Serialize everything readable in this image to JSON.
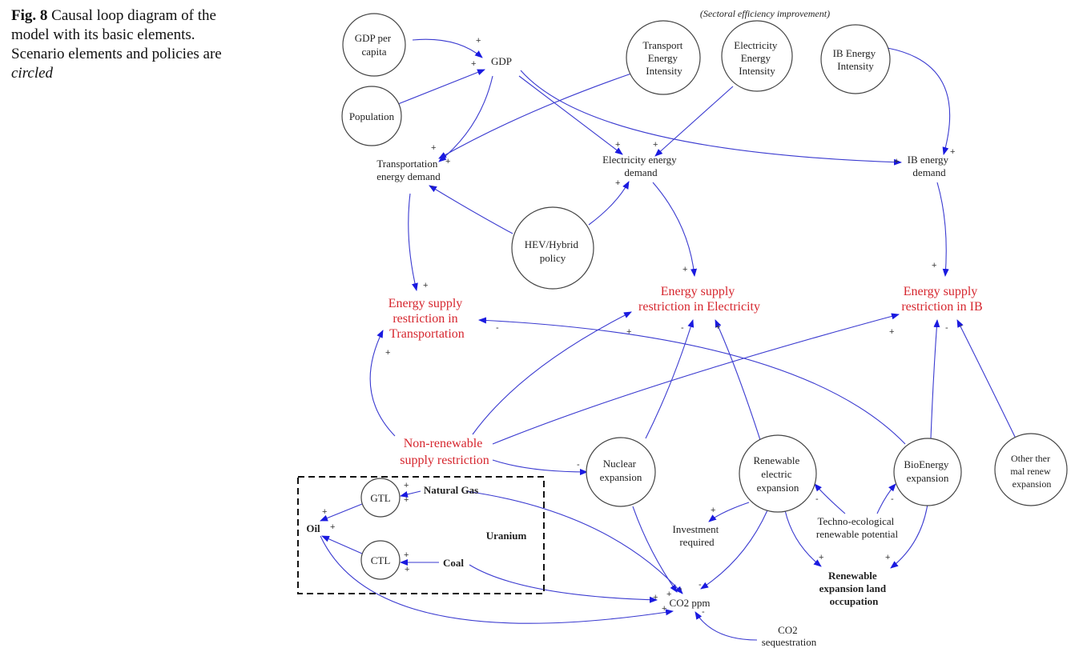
{
  "caption": {
    "fig_label": "Fig. 8",
    "text_before": "Causal loop diagram of the model with its basic elements. Scenario elements and policies are",
    "text_emph": "circled"
  },
  "header_note": "(Sectoral efficiency improvement)",
  "nodes": {
    "gdp_per_capita": [
      "GDP per",
      "capita"
    ],
    "gdp": "GDP",
    "population": "Population",
    "transport_intensity": [
      "Transport",
      "Energy",
      "Intensity"
    ],
    "electricity_intensity": [
      "Electricity",
      "Energy",
      "Intensity"
    ],
    "ib_intensity": [
      "IB Energy",
      "Intensity"
    ],
    "transport_demand": [
      "Transportation",
      "energy demand"
    ],
    "electricity_demand": [
      "Electricity energy",
      "demand"
    ],
    "ib_demand": [
      "IB energy",
      "demand"
    ],
    "hev_policy": [
      "HEV/Hybrid",
      "policy"
    ],
    "restr_transport": [
      "Energy supply",
      "restriction in",
      "Transportation"
    ],
    "restr_electricity": [
      "Energy supply",
      "restriction in Electricity"
    ],
    "restr_ib": [
      "Energy supply",
      "restriction in IB"
    ],
    "nonrenewable": [
      "Non-renewable",
      "supply restriction"
    ],
    "nuclear": [
      "Nuclear",
      "expansion"
    ],
    "renewable_electric": [
      "Renewable",
      "electric",
      "expansion"
    ],
    "bioenergy": [
      "BioEnergy",
      "expansion"
    ],
    "other_thermal": [
      "Other ther",
      "mal renew",
      "expansion"
    ],
    "gtl": "GTL",
    "ctl": "CTL",
    "oil": "Oil",
    "natural_gas": "Natural Gas",
    "coal": "Coal",
    "uranium": "Uranium",
    "investment": [
      "Investment",
      "required"
    ],
    "techno": [
      "Techno-ecological",
      "renewable potential"
    ],
    "land": [
      "Renewable",
      "expansion land",
      "occupation"
    ],
    "co2": "CO2 ppm",
    "co2_seq": [
      "CO2",
      "sequestration"
    ]
  },
  "colors": {
    "link": "#3a3ad0",
    "highlight": "#d6262e",
    "node_stroke": "#444444"
  }
}
